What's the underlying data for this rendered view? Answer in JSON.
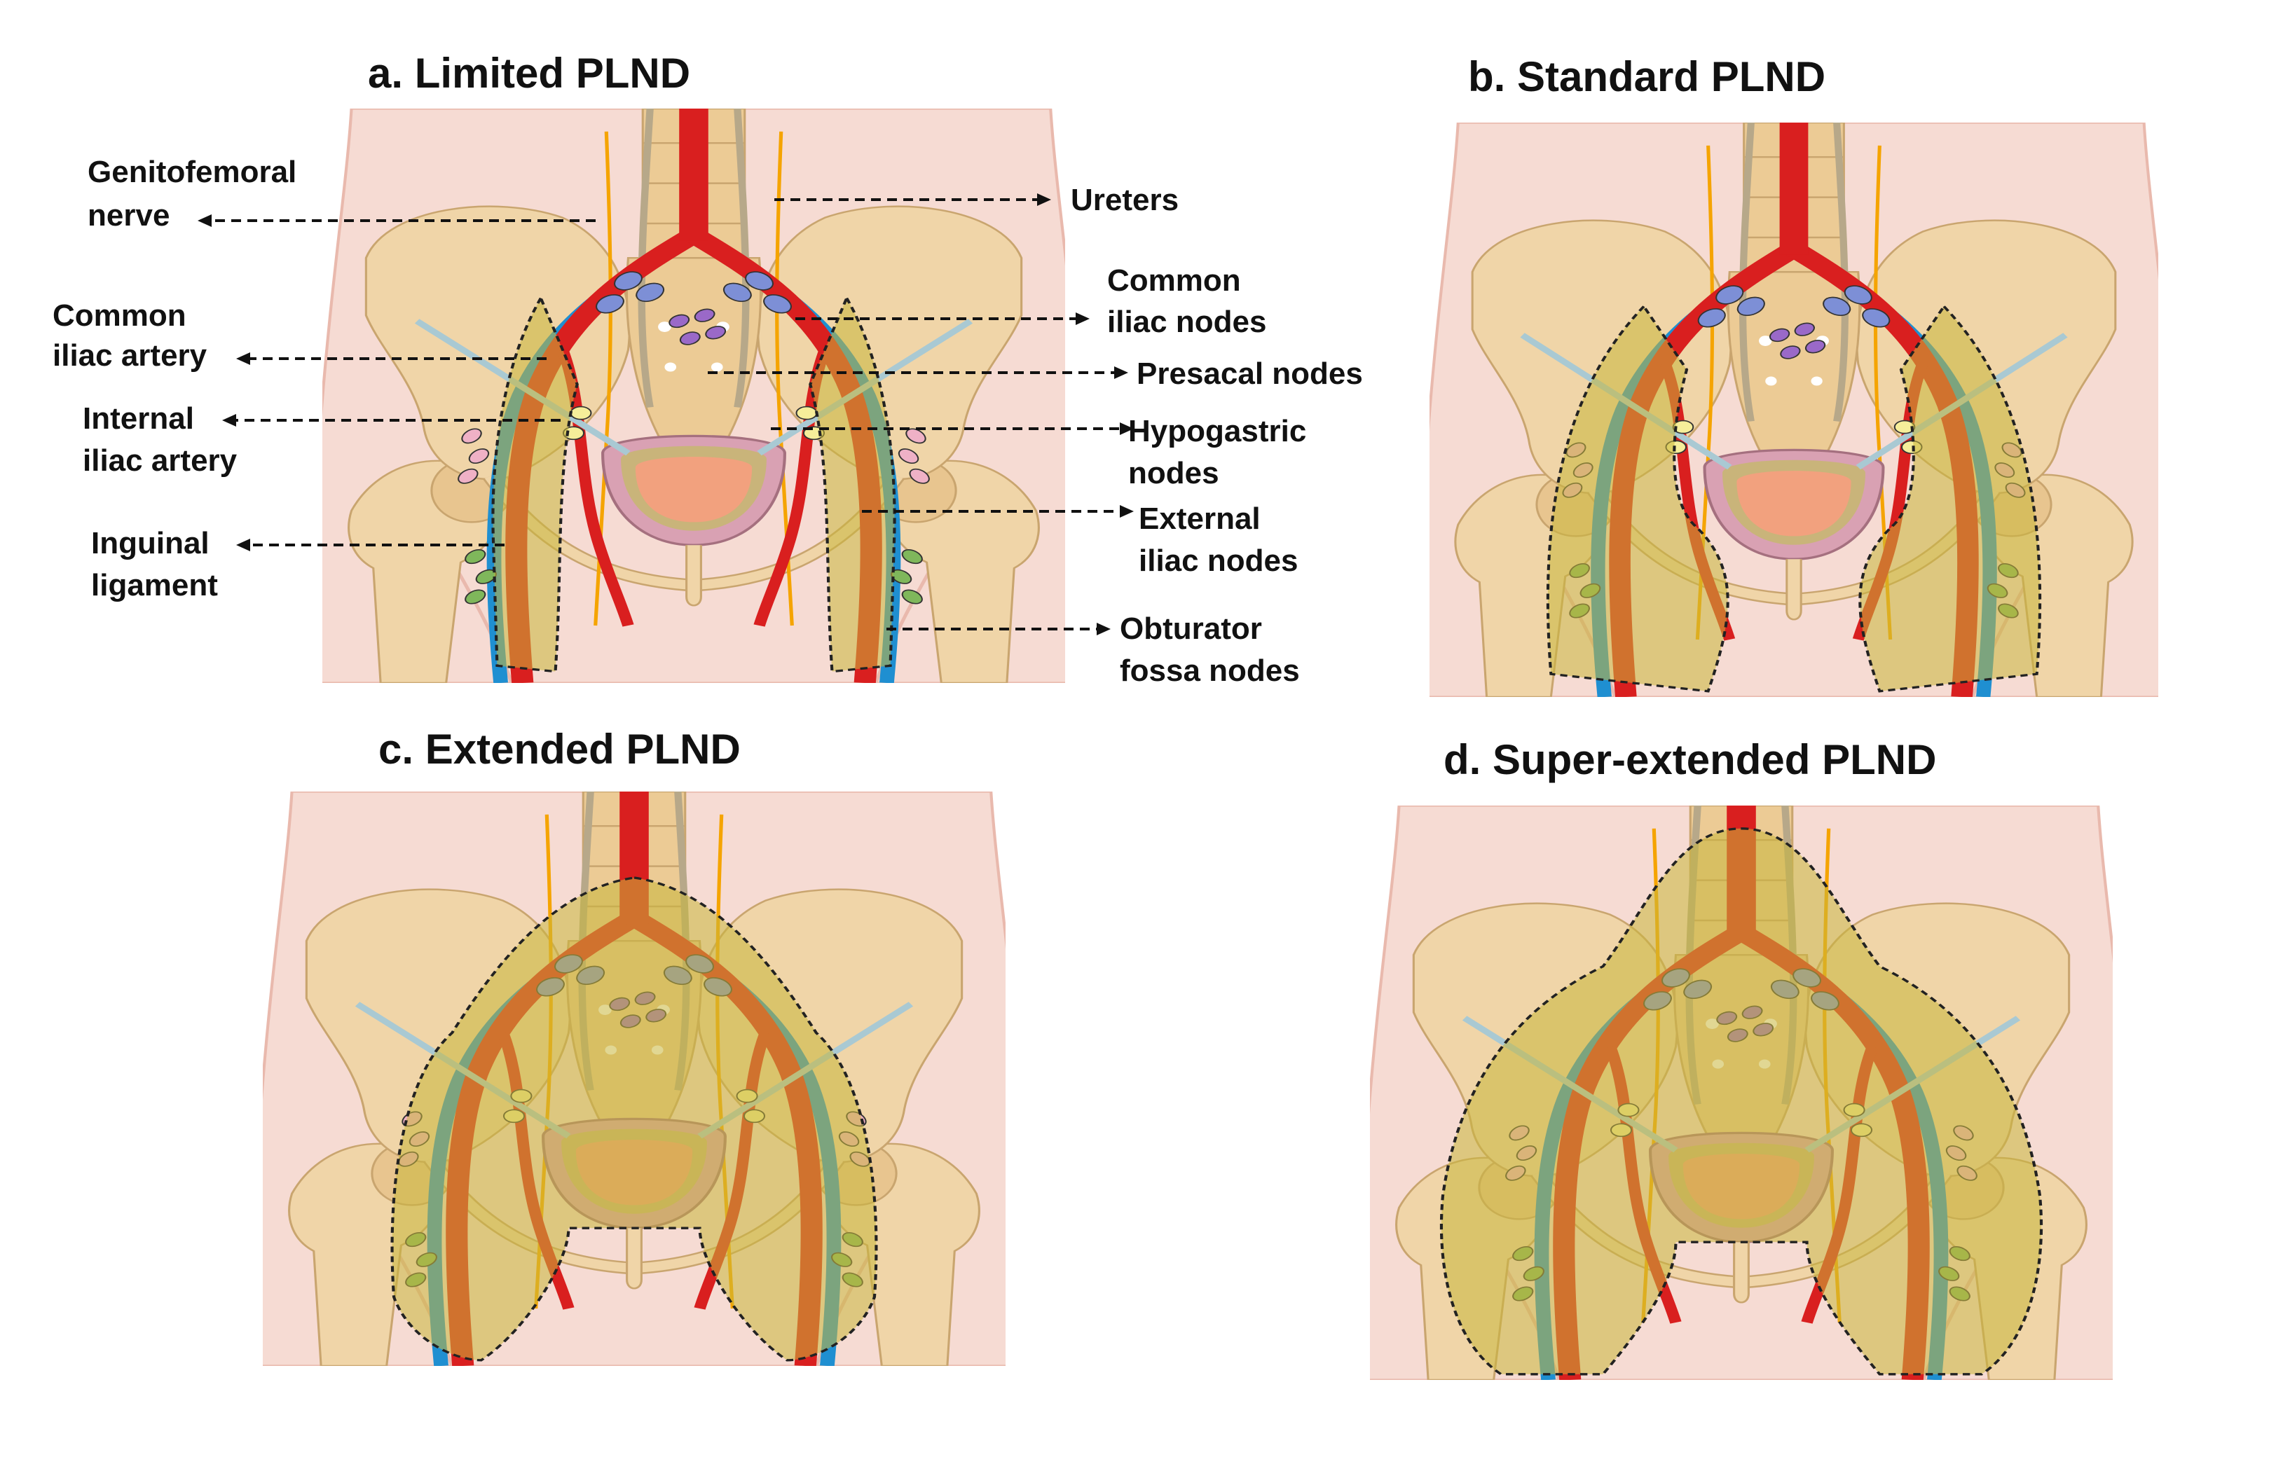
{
  "panels": [
    {
      "id": "a",
      "title": "a. Limited PLND"
    },
    {
      "id": "b",
      "title": "b. Standard PLND"
    },
    {
      "id": "c",
      "title": "c. Extended PLND"
    },
    {
      "id": "d",
      "title": "d. Super-extended PLND"
    }
  ],
  "labels": {
    "genitofemoral_nerve": [
      "Genitofemoral",
      "nerve"
    ],
    "ureters": [
      "Ureters"
    ],
    "common_iliac_nodes": [
      "Common",
      "iliac nodes"
    ],
    "common_iliac_artery": [
      "Common",
      "iliac artery"
    ],
    "presacral_nodes": [
      "Presacal nodes"
    ],
    "internal_iliac_artery": [
      "Internal",
      "iliac artery"
    ],
    "hypogastric_nodes": [
      "Hypogastric",
      "nodes"
    ],
    "external_iliac_nodes": [
      "External",
      "iliac nodes"
    ],
    "inguinal_ligament": [
      "Inguinal",
      "ligament"
    ],
    "obturator_fossa_nodes": [
      "Obturator",
      "fossa nodes"
    ]
  },
  "colors": {
    "skin": "#f6dbd3",
    "skin_edge": "#e9b9ad",
    "bone": "#f0d5a8",
    "bone_edge": "#c9a56f",
    "artery": "#d91f1f",
    "vein": "#1f8fd1",
    "nerve": "#f5a400",
    "region": "#c9b63a",
    "bladder": "#d9a1b3",
    "prostate": "#f2a17e",
    "node_common": "#7d8fd6",
    "node_presacral": "#9a69c8",
    "node_hypogastric": "#f6ee9a",
    "node_external": "#efb1c6",
    "node_obturator": "#7fb75b",
    "instrument": "#a9c9d3"
  }
}
